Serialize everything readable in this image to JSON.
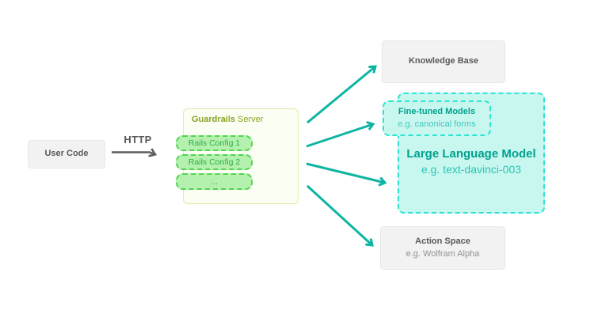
{
  "colors": {
    "teal_accent": "#0db5a2",
    "teal_dash_border": "#2de3d1",
    "teal_fill": "#c8f7f0",
    "teal_text_bold": "#00a18e",
    "teal_text_light": "#2cc4b3",
    "green_dash_border": "#4fd44f",
    "green_fill": "#b5f1ae",
    "green_text": "#2fae47",
    "olive_title_text": "#85a427",
    "server_fill": "#fbfef2",
    "server_border": "#dcecaa",
    "gray_fill": "#f2f2f3",
    "gray_text": "#58595b",
    "http_arrow_gray": "#5f5f5f"
  },
  "nodes": {
    "user_code": {
      "label": "User Code"
    },
    "http_arrow": {
      "label": "HTTP"
    },
    "guardrails_server": {
      "title_bold": "Guardrails",
      "title_rest": "Server",
      "rails_configs": [
        "Rails Config 1",
        "Rails Config 2",
        "..."
      ]
    },
    "knowledge_base": {
      "label": "Knowledge Base"
    },
    "fine_tuned_models": {
      "title": "Fine-tuned Models",
      "subtitle": "e.g. canonical forms"
    },
    "large_language_model": {
      "title": "Large Language Model",
      "subtitle": "e.g. text-davinci-003"
    },
    "action_space": {
      "title": "Action Space",
      "subtitle": "e.g. Wolfram Alpha"
    }
  }
}
